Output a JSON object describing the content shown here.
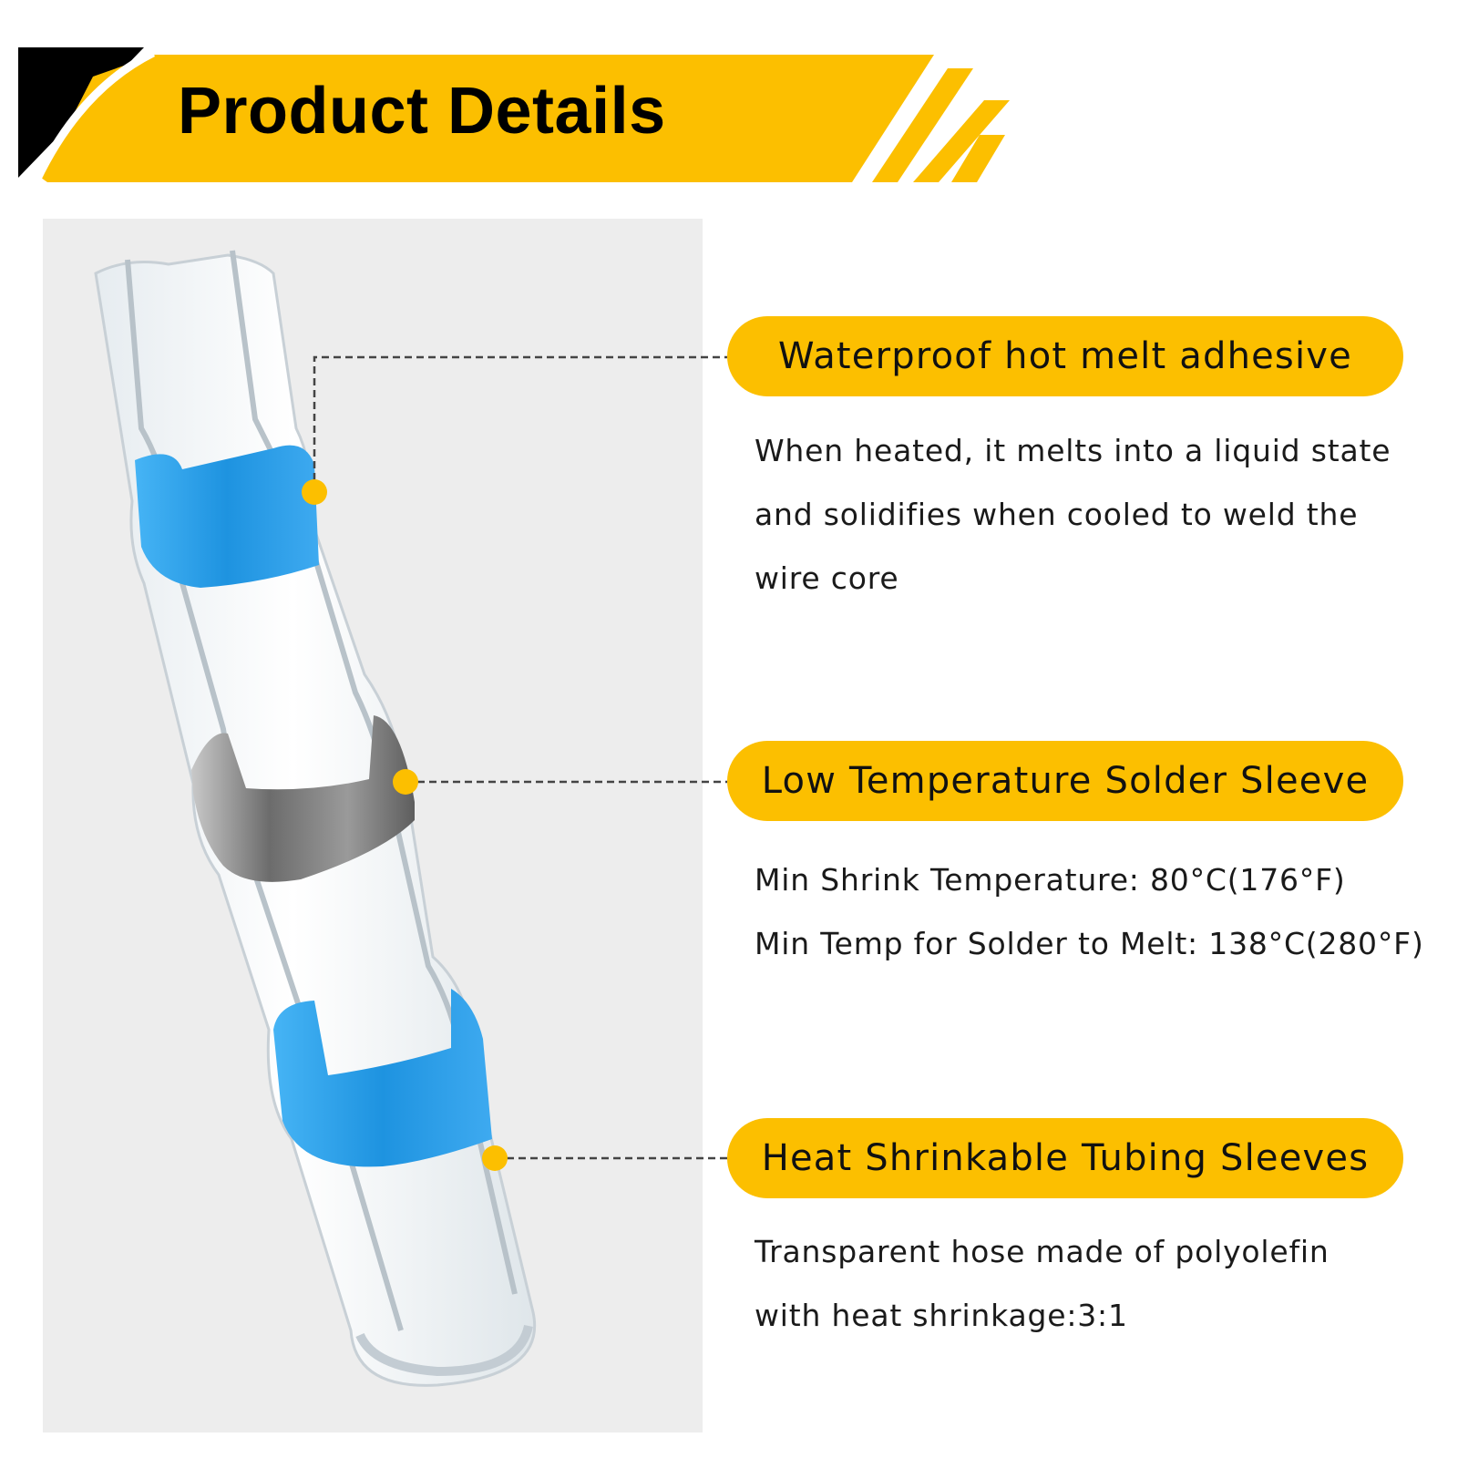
{
  "header": {
    "title": "Product Details"
  },
  "callouts": [
    {
      "label": "Waterproof hot melt adhesive",
      "description_lines": [
        "When heated, it melts into a liquid state",
        "and solidifies when cooled to weld the",
        "wire core"
      ]
    },
    {
      "label": "Low Temperature Solder Sleeve",
      "description_lines": [
        "Min Shrink Temperature: 80°C(176°F)",
        "Min Temp for Solder to Melt: 138°C(280°F)"
      ]
    },
    {
      "label": "Heat Shrinkable Tubing Sleeves",
      "description_lines": [
        "Transparent hose made of polyolefin",
        "with heat shrinkage:3:1"
      ]
    }
  ],
  "colors": {
    "accent": "#fcbf00",
    "banner_corner": "#000000",
    "adhesive_ring": "#2f9fe8",
    "solder_ring": "#8a8a8a",
    "panel_background": "#ededed"
  }
}
